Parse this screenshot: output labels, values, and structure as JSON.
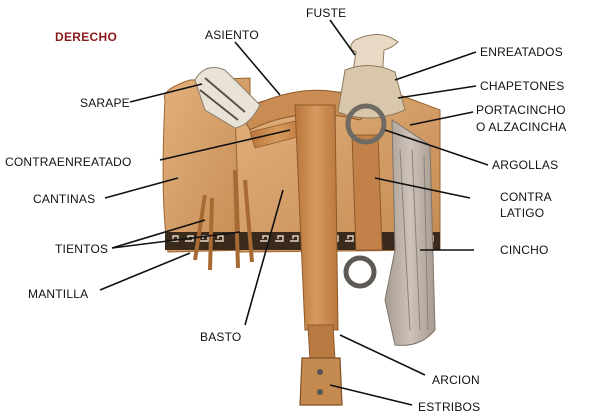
{
  "side_label": "DERECHO",
  "colors": {
    "side_label": "#8b1a1a",
    "leather": "#d6a06c",
    "leather_dark": "#a86d3a",
    "cincho": "#b9aea3"
  },
  "labels": {
    "fuste": "FUSTE",
    "asiento": "ASIENTO",
    "enreatados": "ENREATADOS",
    "chapetones": "CHAPETONES",
    "portacincho_1": "PORTACINCHO",
    "portacincho_2": "O  ALZACINCHA",
    "sarape": "SARAPE",
    "contraenreatado": "CONTRAENREATADO",
    "argollas": "ARGOLLAS",
    "contra_latigo_1": "CONTRA",
    "contra_latigo_2": "LATIGO",
    "cantinas": "CANTINAS",
    "tientos": "TIENTOS",
    "cincho": "CINCHO",
    "mantilla": "MANTILLA",
    "basto": "BASTO",
    "arcion": "ARCION",
    "estribos": "ESTRIBOS"
  }
}
